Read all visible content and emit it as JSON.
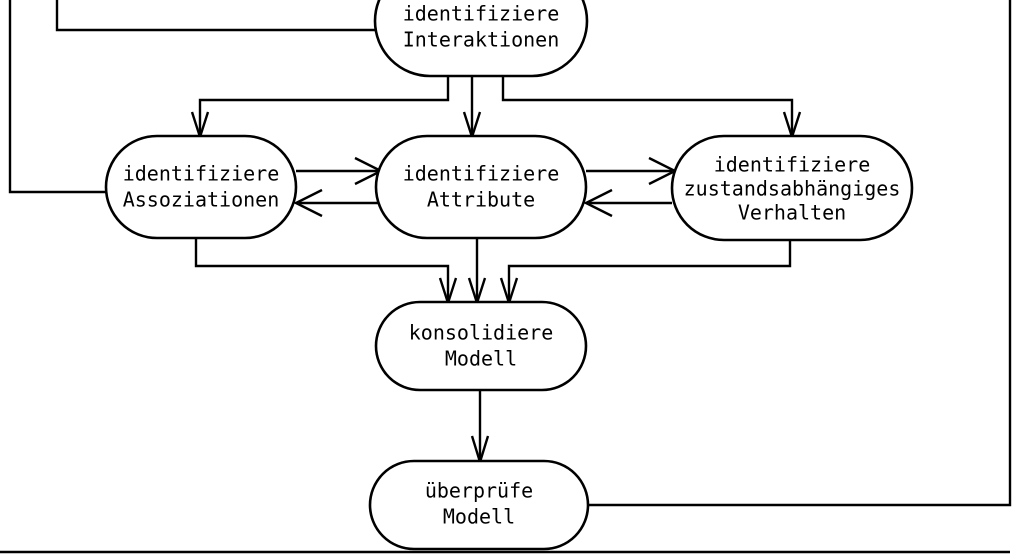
{
  "diagram": {
    "type": "flowchart",
    "language": "de",
    "background_color": "#ffffff",
    "line_color": "#000000",
    "node_fill": "#ffffff",
    "nodes": [
      {
        "id": "interaktionen",
        "lines": [
          "identifiziere",
          "Interaktionen"
        ],
        "line1": "identifiziere",
        "line2": "Interaktionen",
        "line3": ""
      },
      {
        "id": "assoziationen",
        "lines": [
          "identifiziere",
          "Assoziationen"
        ],
        "line1": "identifiziere",
        "line2": "Assoziationen",
        "line3": ""
      },
      {
        "id": "attribute",
        "lines": [
          "identifiziere",
          "Attribute"
        ],
        "line1": "identifiziere",
        "line2": "Attribute",
        "line3": ""
      },
      {
        "id": "verhalten",
        "lines": [
          "identifiziere",
          "zustandsabhängiges",
          "Verhalten"
        ],
        "line1": "identifiziere",
        "line2": "zustandsabhängiges",
        "line3": "Verhalten"
      },
      {
        "id": "konsolidiere",
        "lines": [
          "konsolidiere",
          "Modell"
        ],
        "line1": "konsolidiere",
        "line2": "Modell",
        "line3": ""
      },
      {
        "id": "ueberpruefe",
        "lines": [
          "überprüfe",
          "Modell"
        ],
        "line1": "überprüfe",
        "line2": "Modell",
        "line3": ""
      }
    ],
    "edges": [
      {
        "id": "interaktionen-to-assoziationen",
        "from": "interaktionen",
        "to": "assoziationen",
        "arrow": true
      },
      {
        "id": "interaktionen-to-attribute",
        "from": "interaktionen",
        "to": "attribute",
        "arrow": true
      },
      {
        "id": "interaktionen-to-verhalten",
        "from": "interaktionen",
        "to": "verhalten",
        "arrow": true
      },
      {
        "id": "assoziationen-to-attribute",
        "from": "assoziationen",
        "to": "attribute",
        "arrow": true
      },
      {
        "id": "attribute-to-assoziationen",
        "from": "attribute",
        "to": "assoziationen",
        "arrow": true
      },
      {
        "id": "attribute-to-verhalten",
        "from": "attribute",
        "to": "verhalten",
        "arrow": true
      },
      {
        "id": "verhalten-to-attribute",
        "from": "verhalten",
        "to": "attribute",
        "arrow": true
      },
      {
        "id": "assoziationen-to-konsolidiere",
        "from": "assoziationen",
        "to": "konsolidiere",
        "arrow": true
      },
      {
        "id": "attribute-to-konsolidiere",
        "from": "attribute",
        "to": "konsolidiere",
        "arrow": true
      },
      {
        "id": "verhalten-to-konsolidiere",
        "from": "verhalten",
        "to": "konsolidiere",
        "arrow": true
      },
      {
        "id": "konsolidiere-to-ueberpruefe",
        "from": "konsolidiere",
        "to": "ueberpruefe",
        "arrow": true
      },
      {
        "id": "ueberpruefe-feedback-right",
        "from": "ueberpruefe",
        "to": "offscreen-top-right",
        "arrow": false
      },
      {
        "id": "interaktionen-feedback-left",
        "from": "interaktionen",
        "to": "offscreen-top-left",
        "arrow": false
      },
      {
        "id": "offscreen-left-to-assoziationen",
        "from": "offscreen-left",
        "to": "assoziationen",
        "arrow": false
      }
    ]
  }
}
